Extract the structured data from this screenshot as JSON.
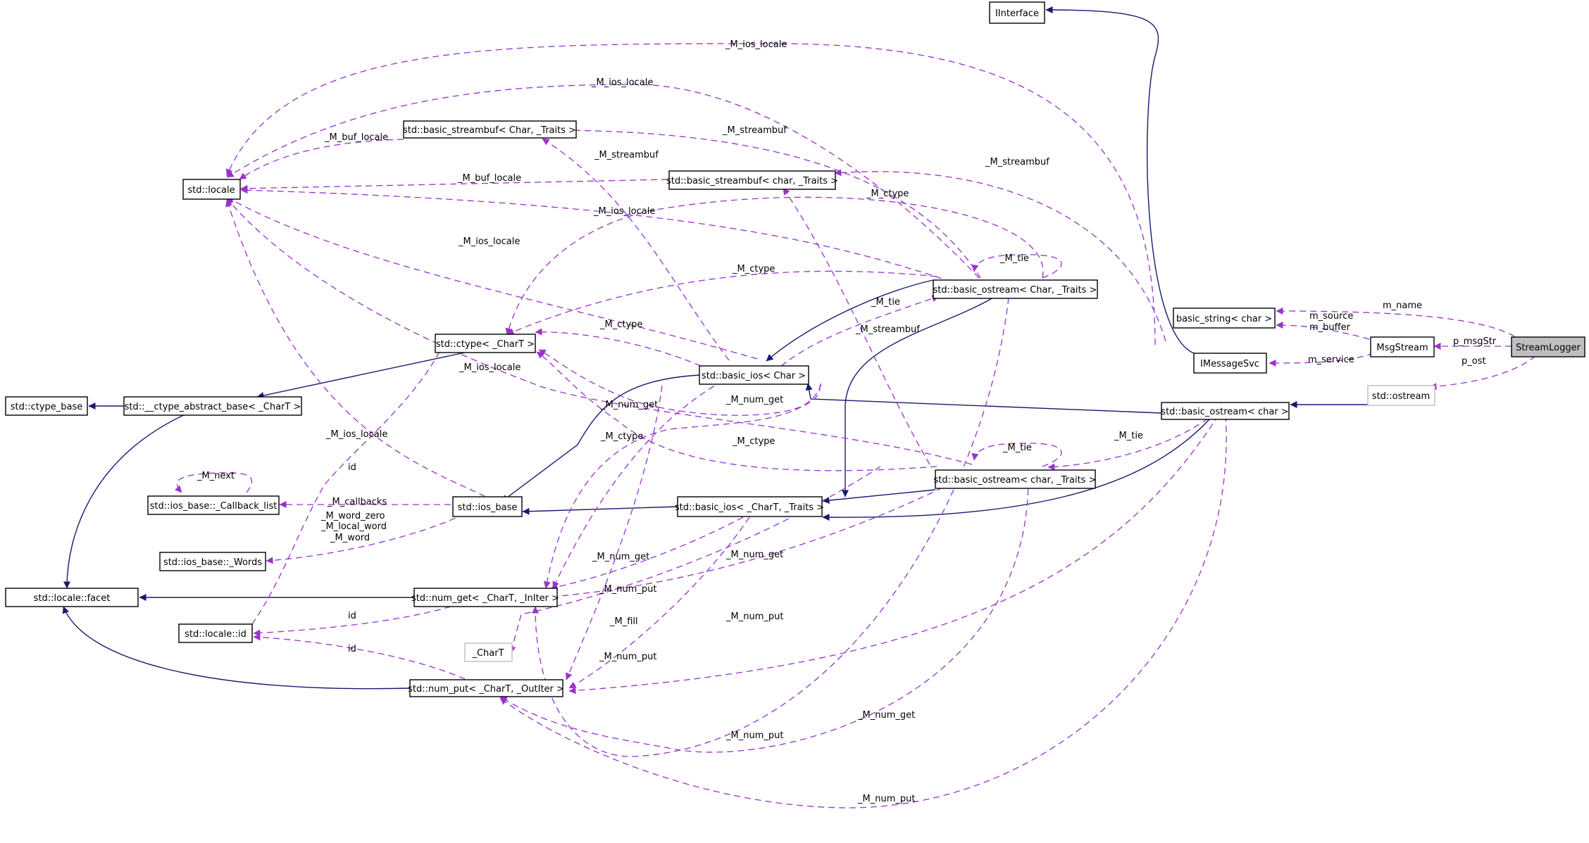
{
  "colors": {
    "inheritance": "#191970",
    "usage": "#9a32cd",
    "node_border": "#000000",
    "external_border": "#bdbdbd",
    "current_fill": "#bfbfbf"
  },
  "nodes": {
    "iinterface": "IInterface",
    "locale": "std::locale",
    "bsb_char": "std::basic_streambuf< Char, _Traits >",
    "bsb_lchar": "std::basic_streambuf< char, _Traits >",
    "bos_char": "std::basic_ostream< Char, _Traits >",
    "basic_string": "basic_string< char >",
    "msgstream": "MsgStream",
    "streamlogger": "StreamLogger",
    "imessagesvc": "IMessageSvc",
    "ostream": "std::ostream",
    "bos_char_plain": "std::basic_ostream< char >",
    "ctype": "std::ctype< _CharT >",
    "bios_char": "std::basic_ios< Char >",
    "ctype_base": "std::ctype_base",
    "ctype_abstract": "std::__ctype_abstract_base< _CharT >",
    "callback_list": "std::ios_base::_Callback_list",
    "ios_base": "std::ios_base",
    "bios_chart": "std::basic_ios< _CharT, _Traits >",
    "bos_lchar": "std::basic_ostream< char, _Traits >",
    "words": "std::ios_base::_Words",
    "facet": "std::locale::facet",
    "num_get": "std::num_get< _CharT, _InIter >",
    "locale_id": "std::locale::id",
    "chart": "_CharT",
    "num_put": "std::num_put< _CharT, _OutIter >"
  },
  "labels": {
    "m_ios_locale": "_M_ios_locale",
    "m_buf_locale": "_M_buf_locale",
    "m_streambuf": "_M_streambuf",
    "m_ctype": "_M_ctype",
    "m_tie": "_M_tie",
    "m_name": "m_name",
    "m_source_buffer": "m_source\nm_buffer",
    "p_msgstr": "p_msgStr",
    "m_service": "m_service",
    "p_ost": "p_ost",
    "m_next": "_M_next",
    "m_callbacks": "_M_callbacks",
    "m_words": "_M_word_zero\n_M_local_word\n_M_word",
    "id": "id",
    "m_num_get": "_M_num_get",
    "m_num_put": "_M_num_put",
    "m_fill": "_M_fill"
  }
}
